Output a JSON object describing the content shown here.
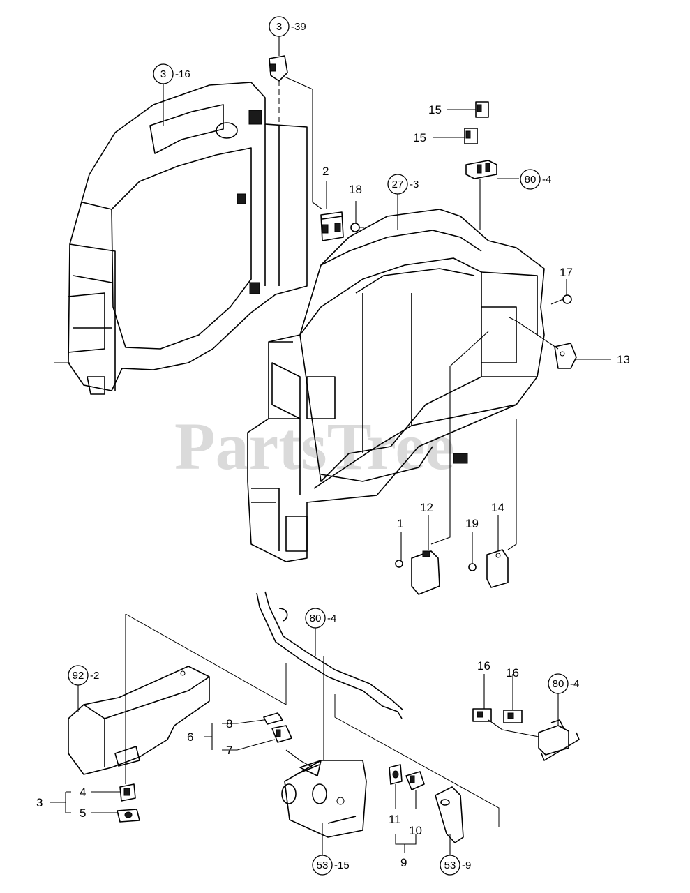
{
  "watermark": "PartsTree",
  "labels": {
    "l1": "1",
    "l2": "2",
    "l3": "3",
    "l4": "4",
    "l5": "5",
    "l6": "6",
    "l7": "7",
    "l8": "8",
    "l9": "9",
    "l10": "10",
    "l11": "11",
    "l12": "12",
    "l13": "13",
    "l14": "14",
    "l15a": "15",
    "l15b": "15",
    "l16a": "16",
    "l16b": "16",
    "l17": "17",
    "l18": "18",
    "l19": "19"
  },
  "refs": [
    {
      "num": "3",
      "suffix": "-39"
    },
    {
      "num": "3",
      "suffix": "-16"
    },
    {
      "num": "27",
      "suffix": "-3"
    },
    {
      "num": "80",
      "suffix": "-4"
    },
    {
      "num": "80",
      "suffix": "-4"
    },
    {
      "num": "80",
      "suffix": "-4"
    },
    {
      "num": "92",
      "suffix": "-2"
    },
    {
      "num": "53",
      "suffix": "-15"
    },
    {
      "num": "53",
      "suffix": "-9"
    }
  ]
}
